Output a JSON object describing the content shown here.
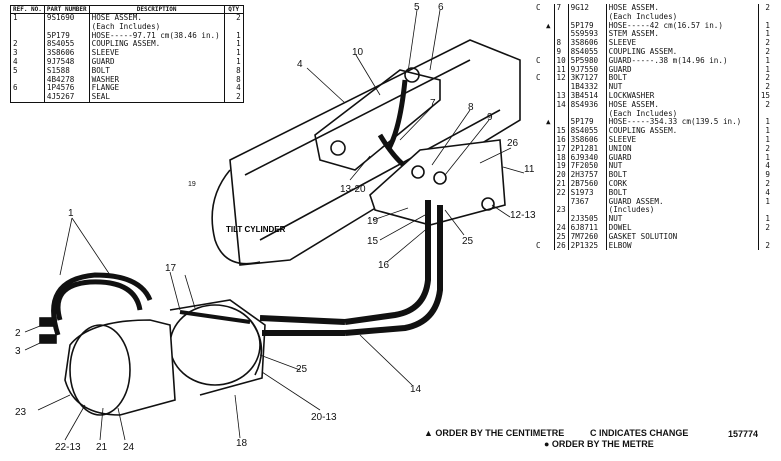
{
  "left_table": {
    "headers": {
      "ref": "REF. NO.",
      "part": "PART NUMBER",
      "desc": "DESCRIPTION",
      "qty": "QTY"
    },
    "rows": [
      {
        "mark": "",
        "ref": "1",
        "part": "9S1690",
        "desc": "HOSE ASSEM.",
        "qty": "2"
      },
      {
        "mark": "",
        "ref": "",
        "part": "",
        "desc": "(Each Includes)",
        "qty": ""
      },
      {
        "mark": "▲",
        "ref": "",
        "part": "5P179",
        "desc": "HOSE-----97.71 cm(38.46 in.)",
        "qty": "1"
      },
      {
        "mark": "",
        "ref": "2",
        "part": "8S4055",
        "desc": "COUPLING ASSEM.",
        "qty": "1"
      },
      {
        "mark": "",
        "ref": "3",
        "part": "3S8606",
        "desc": "SLEEVE",
        "qty": "1"
      },
      {
        "mark": "",
        "ref": "4",
        "part": "9J7548",
        "desc": "GUARD",
        "qty": "1"
      },
      {
        "mark": "",
        "ref": "5",
        "part": "S1588",
        "desc": "BOLT",
        "qty": "8"
      },
      {
        "mark": "",
        "ref": "",
        "part": "4B4278",
        "desc": "WASHER",
        "qty": "8"
      },
      {
        "mark": "",
        "ref": "6",
        "part": "1P4576",
        "desc": "FLANGE",
        "qty": "4"
      },
      {
        "mark": "",
        "ref": "",
        "part": "4J5267",
        "desc": "SEAL",
        "qty": "2"
      }
    ]
  },
  "right_table": {
    "rows": [
      {
        "c": "C",
        "mark": "",
        "ref": "7",
        "part": "9G12",
        "desc": "HOSE ASSEM.",
        "qty": "2"
      },
      {
        "c": "",
        "mark": "",
        "ref": "",
        "part": "",
        "desc": "(Each Includes)",
        "qty": ""
      },
      {
        "c": "",
        "mark": "▲",
        "ref": "",
        "part": "5P179",
        "desc": "HOSE-----42 cm(16.57 in.)",
        "qty": "1"
      },
      {
        "c": "",
        "mark": "",
        "ref": "",
        "part": "5S9593",
        "desc": "STEM ASSEM.",
        "qty": "1"
      },
      {
        "c": "",
        "mark": "",
        "ref": "8",
        "part": "3S8606",
        "desc": "SLEEVE",
        "qty": "2"
      },
      {
        "c": "",
        "mark": "",
        "ref": "9",
        "part": "8S4055",
        "desc": "COUPLING ASSEM.",
        "qty": "2"
      },
      {
        "c": "C",
        "mark": "",
        "ref": "10",
        "part": "5P5980",
        "desc": "GUARD-----.38 m(14.96 in.)",
        "qty": "1"
      },
      {
        "c": "",
        "mark": "",
        "ref": "11",
        "part": "9J7550",
        "desc": "GUARD",
        "qty": "1"
      },
      {
        "c": "C",
        "mark": "",
        "ref": "12",
        "part": "3K7127",
        "desc": "BOLT",
        "qty": "2"
      },
      {
        "c": "",
        "mark": "",
        "ref": "",
        "part": "1B4332",
        "desc": "NUT",
        "qty": "2"
      },
      {
        "c": "",
        "mark": "",
        "ref": "13",
        "part": "3B4514",
        "desc": "LOCKWASHER",
        "qty": "15"
      },
      {
        "c": "",
        "mark": "",
        "ref": "14",
        "part": "8S4936",
        "desc": "HOSE ASSEM.",
        "qty": "2"
      },
      {
        "c": "",
        "mark": "",
        "ref": "",
        "part": "",
        "desc": "(Each Includes)",
        "qty": ""
      },
      {
        "c": "",
        "mark": "▲",
        "ref": "",
        "part": "5P179",
        "desc": "HOSE-----354.33 cm(139.5 in.)",
        "qty": "1"
      },
      {
        "c": "",
        "mark": "",
        "ref": "15",
        "part": "8S4055",
        "desc": "COUPLING ASSEM.",
        "qty": "1"
      },
      {
        "c": "",
        "mark": "",
        "ref": "16",
        "part": "3S8606",
        "desc": "SLEEVE",
        "qty": "1"
      },
      {
        "c": "",
        "mark": "",
        "ref": "17",
        "part": "2P1281",
        "desc": "UNION",
        "qty": "2"
      },
      {
        "c": "",
        "mark": "",
        "ref": "18",
        "part": "6J9340",
        "desc": "GUARD",
        "qty": "1"
      },
      {
        "c": "",
        "mark": "",
        "ref": "19",
        "part": "7F2050",
        "desc": "NUT",
        "qty": "4"
      },
      {
        "c": "",
        "mark": "",
        "ref": "20",
        "part": "2H3757",
        "desc": "BOLT",
        "qty": "9"
      },
      {
        "c": "",
        "mark": "",
        "ref": "21",
        "part": "2B7560",
        "desc": "CORK",
        "qty": "2"
      },
      {
        "c": "",
        "mark": "",
        "ref": "22",
        "part": "S1973",
        "desc": "BOLT",
        "qty": "4"
      },
      {
        "c": "",
        "mark": "",
        "ref": "",
        "part": "7367",
        "desc": "GUARD ASSEM.",
        "qty": "1"
      },
      {
        "c": "",
        "mark": "",
        "ref": "23",
        "part": "",
        "desc": "(Includes)",
        "qty": ""
      },
      {
        "c": "",
        "mark": "",
        "ref": "",
        "part": "2J3505",
        "desc": "NUT",
        "qty": "1"
      },
      {
        "c": "",
        "mark": "",
        "ref": "24",
        "part": "6J8711",
        "desc": "DOWEL",
        "qty": "2"
      },
      {
        "c": "",
        "mark": "",
        "ref": "25",
        "part": "7M7260",
        "desc": "GASKET SOLUTION",
        "qty": ""
      },
      {
        "c": "C",
        "mark": "",
        "ref": "26",
        "part": "2P1325",
        "desc": "ELBOW",
        "qty": "2"
      }
    ]
  },
  "diagram": {
    "cylinder_label": "TILT CYLINDER",
    "callouts": [
      "1",
      "2",
      "3",
      "4",
      "5",
      "6",
      "7",
      "8",
      "9",
      "10",
      "11",
      "12-13",
      "13-20",
      "14",
      "15",
      "16",
      "17",
      "18",
      "19",
      "20-13",
      "21",
      "22-13",
      "23",
      "24",
      "25",
      "25",
      "26"
    ]
  },
  "footer": {
    "centimetre_note": "▲ ORDER BY THE CENTIMETRE",
    "change_note": "C INDICATES CHANGE",
    "metre_note": "● ORDER BY THE METRE",
    "figure_number": "157774"
  }
}
